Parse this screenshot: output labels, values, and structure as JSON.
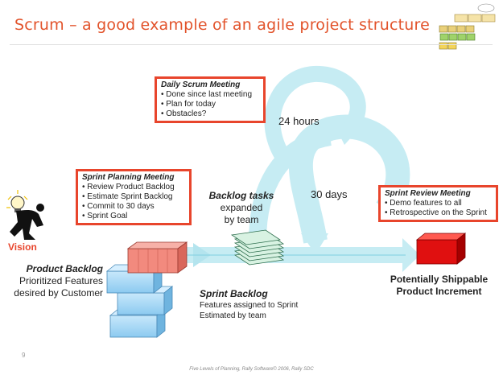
{
  "slide": {
    "title": "Scrum – a good example of an agile project structure",
    "page_number": "9",
    "footer": "Five Levels of Planning, Rally Software© 2006, Rally SDC"
  },
  "daily_scrum": {
    "title": "Daily Scrum Meeting",
    "items": [
      "• Done since last meeting",
      "• Plan for today",
      "• Obstacles?"
    ]
  },
  "sprint_planning": {
    "title": "Sprint Planning Meeting",
    "items": [
      "• Review Product Backlog",
      "• Estimate Sprint Backlog",
      "• Commit to 30 days",
      "• Sprint Goal"
    ]
  },
  "sprint_review": {
    "title": "Sprint Review Meeting",
    "items": [
      "• Demo features to all",
      "• Retrospective on the Sprint"
    ]
  },
  "cycle": {
    "daily": "24 hours",
    "sprint": "30 days"
  },
  "vision": "Vision",
  "product_backlog": {
    "title": "Product Backlog",
    "lines": [
      "Prioritized Features",
      "desired by Customer"
    ]
  },
  "backlog_tasks": {
    "title": "Backlog tasks",
    "lines": [
      "expanded",
      "by team"
    ]
  },
  "sprint_backlog": {
    "title": "Sprint Backlog",
    "lines": [
      "Features assigned to Sprint",
      "Estimated by team"
    ]
  },
  "increment": {
    "lines": [
      "Potentially Shippable",
      "Product Increment"
    ]
  },
  "colors": {
    "accent": "#e8452c",
    "title": "#e2532b",
    "flow": "#c6ecf3",
    "block": "#a9d9f5",
    "block_top": "#f28a7e",
    "increment": "#e01010"
  },
  "icons": {
    "vision": "lightbulb-thinker-icon",
    "logo": "stacked-blocks-logo"
  }
}
